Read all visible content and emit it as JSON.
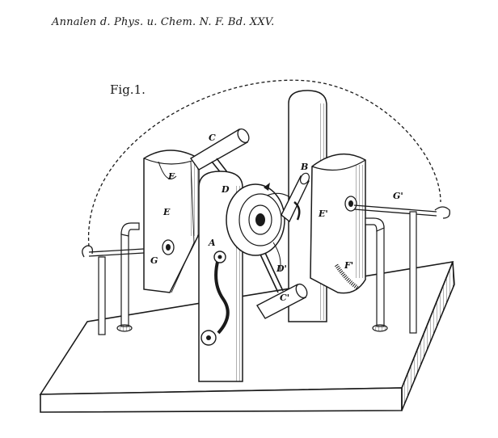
{
  "header": {
    "text": "Annalen d. Phys. u. Chem. N. F. Bd. XXV."
  },
  "figure": {
    "label": "Fig.1."
  },
  "labels": {
    "C": "C",
    "B": "B",
    "F": "F",
    "D": "D",
    "E": "E",
    "E_prime": "E'",
    "G_prime": "G'",
    "A": "A",
    "G": "G",
    "D_prime": "D'",
    "F_prime": "F'",
    "C_prime": "C'"
  },
  "colors": {
    "ink": "#1a1a1a",
    "paper": "#ffffff"
  }
}
